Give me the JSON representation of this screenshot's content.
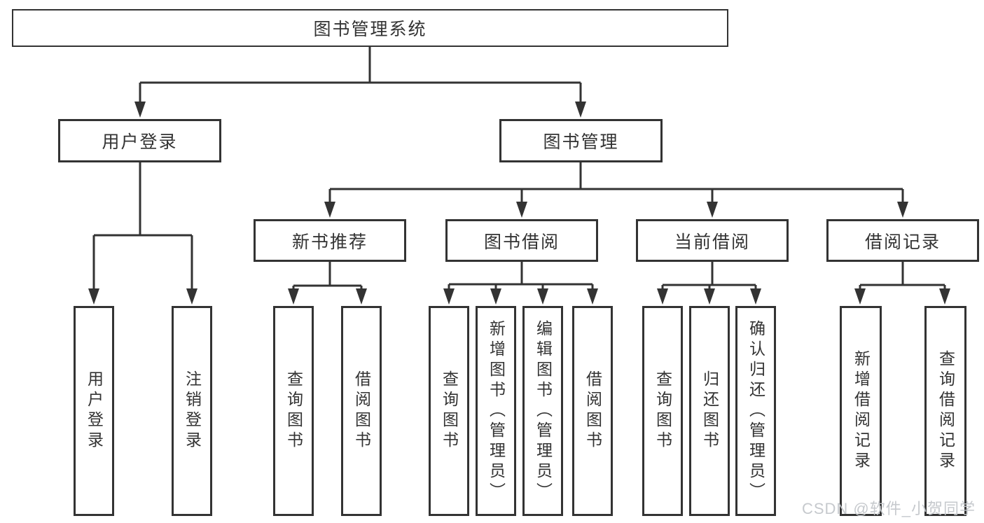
{
  "diagram": {
    "title": "图书管理系统",
    "level1": [
      {
        "label": "用户登录"
      },
      {
        "label": "图书管理"
      }
    ],
    "level2": [
      {
        "label": "新书推荐"
      },
      {
        "label": "图书借阅"
      },
      {
        "label": "当前借阅"
      },
      {
        "label": "借阅记录"
      }
    ],
    "leaves": {
      "user_login": [
        "用户登录",
        "注销登录"
      ],
      "new_book": [
        "查询图书",
        "借阅图书"
      ],
      "borrow": [
        "查询图书",
        "新增图书（管理员）",
        "编辑图书（管理员）",
        "借阅图书"
      ],
      "current": [
        "查询图书",
        "归还图书",
        "确认归还（管理员）"
      ],
      "records": [
        "新增借阅记录",
        "查询借阅记录"
      ]
    }
  },
  "watermark": "CSDN @软件_小贺同学",
  "colors": {
    "line": "#333333",
    "text": "#333333",
    "watermark_text": "#c3c7cb",
    "background": "#ffffff"
  }
}
